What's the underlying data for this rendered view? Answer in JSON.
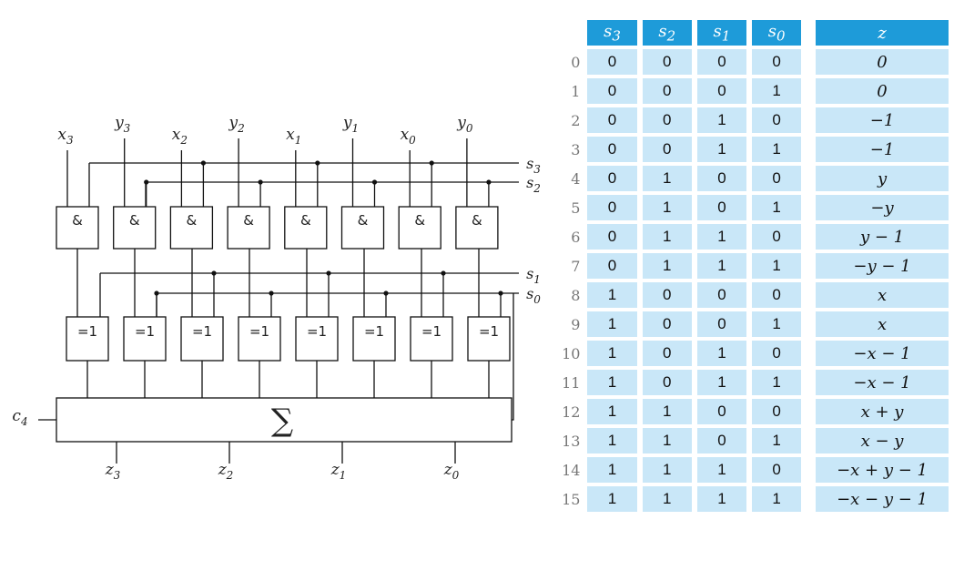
{
  "circuit": {
    "inputs": [
      {
        "base": "x",
        "sub": "3"
      },
      {
        "base": "y",
        "sub": "3"
      },
      {
        "base": "x",
        "sub": "2"
      },
      {
        "base": "y",
        "sub": "2"
      },
      {
        "base": "x",
        "sub": "1"
      },
      {
        "base": "y",
        "sub": "1"
      },
      {
        "base": "x",
        "sub": "0"
      },
      {
        "base": "y",
        "sub": "0"
      }
    ],
    "control_lines": [
      {
        "base": "s",
        "sub": "3"
      },
      {
        "base": "s",
        "sub": "2"
      },
      {
        "base": "s",
        "sub": "1"
      },
      {
        "base": "s",
        "sub": "0"
      }
    ],
    "and_gate_label": "&",
    "xor_gate_label": "=1",
    "adder_symbol": "∑",
    "carry": {
      "base": "c",
      "sub": "4"
    },
    "outputs": [
      {
        "base": "z",
        "sub": "3"
      },
      {
        "base": "z",
        "sub": "2"
      },
      {
        "base": "z",
        "sub": "1"
      },
      {
        "base": "z",
        "sub": "0"
      }
    ]
  },
  "table": {
    "headers": {
      "s3": {
        "base": "s",
        "sub": "3"
      },
      "s2": {
        "base": "s",
        "sub": "2"
      },
      "s1": {
        "base": "s",
        "sub": "1"
      },
      "s0": {
        "base": "s",
        "sub": "0"
      },
      "z": "z"
    },
    "rows": [
      {
        "idx": "0",
        "s3": "0",
        "s2": "0",
        "s1": "0",
        "s0": "0",
        "z": "0"
      },
      {
        "idx": "1",
        "s3": "0",
        "s2": "0",
        "s1": "0",
        "s0": "1",
        "z": "0"
      },
      {
        "idx": "2",
        "s3": "0",
        "s2": "0",
        "s1": "1",
        "s0": "0",
        "z": "−1"
      },
      {
        "idx": "3",
        "s3": "0",
        "s2": "0",
        "s1": "1",
        "s0": "1",
        "z": "−1"
      },
      {
        "idx": "4",
        "s3": "0",
        "s2": "1",
        "s1": "0",
        "s0": "0",
        "z": "y"
      },
      {
        "idx": "5",
        "s3": "0",
        "s2": "1",
        "s1": "0",
        "s0": "1",
        "z": "−y"
      },
      {
        "idx": "6",
        "s3": "0",
        "s2": "1",
        "s1": "1",
        "s0": "0",
        "z": "y − 1"
      },
      {
        "idx": "7",
        "s3": "0",
        "s2": "1",
        "s1": "1",
        "s0": "1",
        "z": "−y − 1"
      },
      {
        "idx": "8",
        "s3": "1",
        "s2": "0",
        "s1": "0",
        "s0": "0",
        "z": "x"
      },
      {
        "idx": "9",
        "s3": "1",
        "s2": "0",
        "s1": "0",
        "s0": "1",
        "z": "x"
      },
      {
        "idx": "10",
        "s3": "1",
        "s2": "0",
        "s1": "1",
        "s0": "0",
        "z": "−x − 1"
      },
      {
        "idx": "11",
        "s3": "1",
        "s2": "0",
        "s1": "1",
        "s0": "1",
        "z": "−x − 1"
      },
      {
        "idx": "12",
        "s3": "1",
        "s2": "1",
        "s1": "0",
        "s0": "0",
        "z": "x + y"
      },
      {
        "idx": "13",
        "s3": "1",
        "s2": "1",
        "s1": "0",
        "s0": "1",
        "z": "x − y"
      },
      {
        "idx": "14",
        "s3": "1",
        "s2": "1",
        "s1": "1",
        "s0": "0",
        "z": "−x + y − 1"
      },
      {
        "idx": "15",
        "s3": "1",
        "s2": "1",
        "s1": "1",
        "s0": "1",
        "z": "−x − y − 1"
      }
    ]
  },
  "colors": {
    "header_bg": "#1e9bd9",
    "cell_bg": "#c9e7f8"
  }
}
